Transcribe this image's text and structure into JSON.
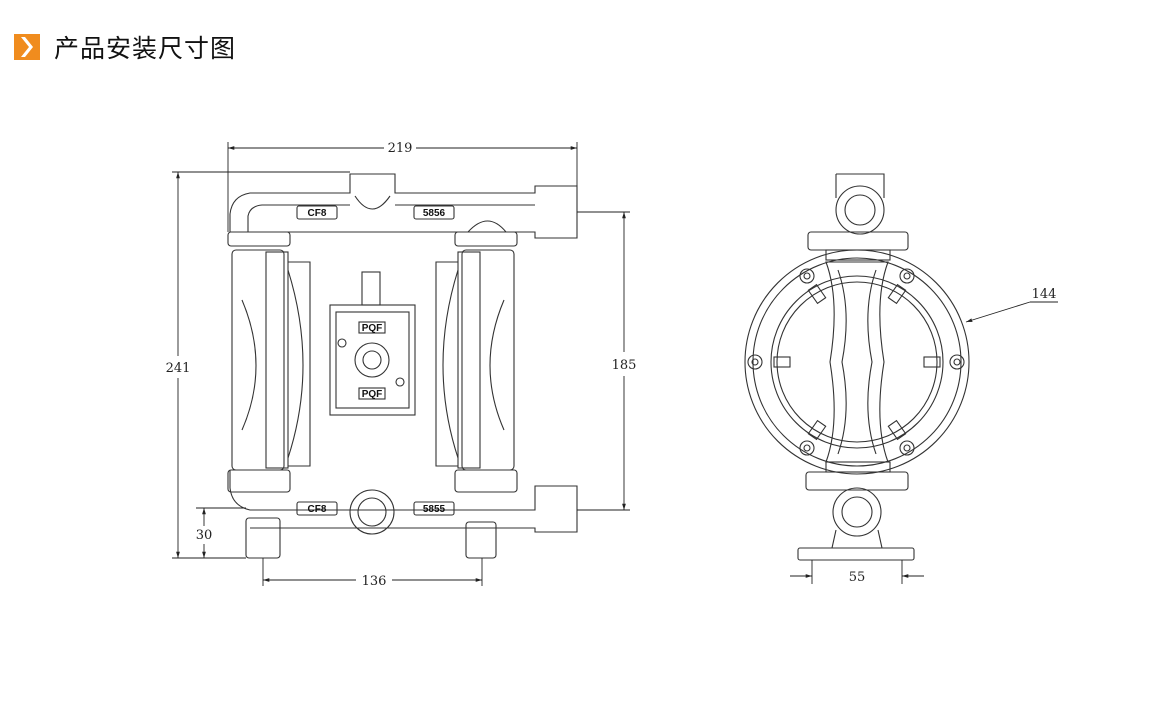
{
  "header": {
    "title": "产品安装尺寸图",
    "icon": "chevron-right-icon",
    "accent": "#f08c1e"
  },
  "front_view": {
    "dimensions": {
      "overall_width": "219",
      "overall_height": "241",
      "port_spacing": "185",
      "base_height": "30",
      "foot_spacing": "136"
    },
    "labels": {
      "top_left_tag": "CF8",
      "top_right_tag": "5856",
      "bottom_left_tag": "CF8",
      "bottom_right_tag": "5855",
      "center_tag_top": "PQF",
      "center_tag_bottom": "PQF"
    }
  },
  "side_view": {
    "dimensions": {
      "diameter": "144",
      "base_width": "55"
    }
  }
}
